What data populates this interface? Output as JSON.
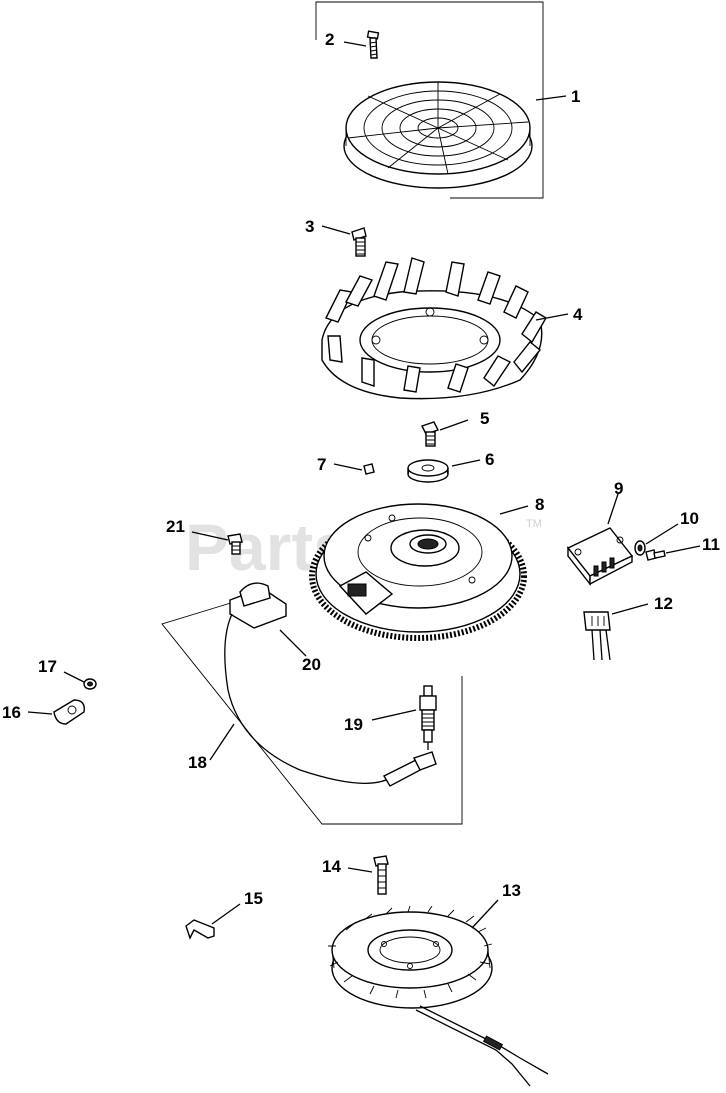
{
  "watermark": {
    "text": "PartsTree",
    "trademark": "TM"
  },
  "callouts": {
    "c1": "1",
    "c2": "2",
    "c3": "3",
    "c4": "4",
    "c5": "5",
    "c6": "6",
    "c7": "7",
    "c8": "8",
    "c9": "9",
    "c10": "10",
    "c11": "11",
    "c12": "12",
    "c13": "13",
    "c14": "14",
    "c15": "15",
    "c16": "16",
    "c17": "17",
    "c18": "18",
    "c19": "19",
    "c20": "20",
    "c21": "21"
  },
  "colors": {
    "ink": "#000000",
    "watermark": "#d9d9d9",
    "background": "#ffffff"
  }
}
